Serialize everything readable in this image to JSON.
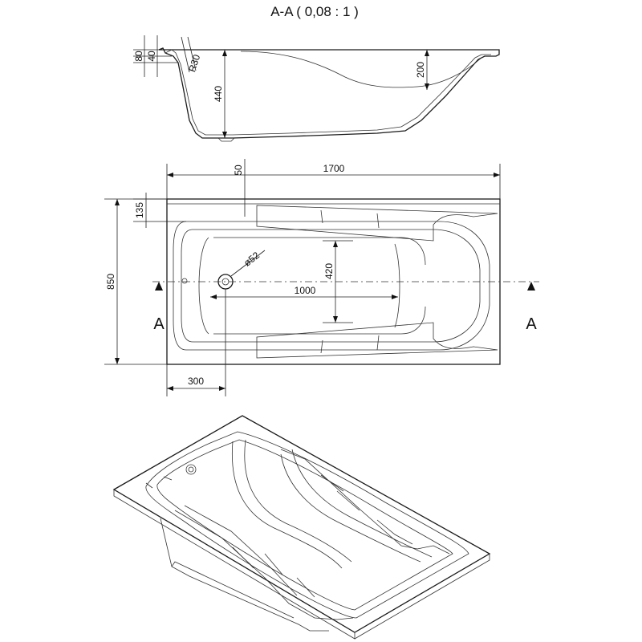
{
  "title": "A-A ( 0,08 : 1 )",
  "section": {
    "left": "A",
    "right": "A"
  },
  "section_view": {
    "dims": {
      "rim_total": "80",
      "rim_top": "40",
      "wall": "R30",
      "depth": "440",
      "slope": "200"
    }
  },
  "top_view": {
    "dims": {
      "length": "1700",
      "offset_top": "50",
      "rim_135": "135",
      "width": "850",
      "drain": "ø52",
      "inner_width": "420",
      "inner_length": "1000",
      "drain_offset": "300"
    }
  }
}
